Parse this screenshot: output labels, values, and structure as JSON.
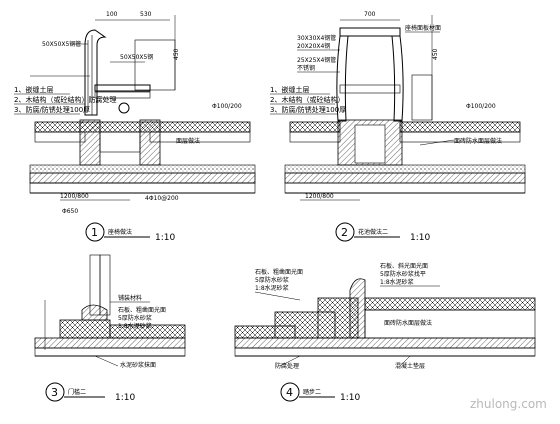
{
  "details": [
    {
      "number": "1",
      "title": "座椅做法",
      "scale": "1:10",
      "dims": {
        "top_a": "100",
        "top_b": "530",
        "height": "450",
        "bottom_a": "1200/800",
        "bottom_b": "Φ650",
        "right": "Φ100/200",
        "base": "4Φ10@200"
      },
      "pipe_labels": [
        "50X50X5钢管",
        "50X50X5钢"
      ],
      "layers": [
        "1、嵌缝土层",
        "2、木结构（或砼结构）防腐处理",
        "3、防腐/防锈处理100厚"
      ],
      "side_note": "面层做法"
    },
    {
      "number": "2",
      "title": "花池做法二",
      "scale": "1:10",
      "dims": {
        "top": "700",
        "height": "450",
        "bottom": "1200/800",
        "right": "Φ100/200"
      },
      "top_note": "座椅面板材面",
      "pipe_labels": [
        "30X30X4钢管",
        "20X20X4钢",
        "25X25X4钢管",
        "不锈钢"
      ],
      "layers": [
        "1、嵌缝土层",
        "2、木结构（或砼结构）",
        "3、防腐/防锈处理100厚"
      ],
      "side_note": "面砖防水面层做法"
    },
    {
      "number": "3",
      "title": "门槛二",
      "scale": "1:10",
      "labels": [
        "铺装材料",
        "石板、粗凿面光面",
        "5厚防水砂浆",
        "1:8水泥砂浆",
        "水泥砂浆抹面"
      ]
    },
    {
      "number": "4",
      "title": "踏步二",
      "scale": "1:10",
      "labels": [
        "石板、粗凿面光面",
        "5厚防水砂浆",
        "1:8水泥砂浆",
        "石板、斜光面光面",
        "5厚防水砂浆找平",
        "1:8水泥砂浆",
        "面砖防水面层做法",
        "防腐处理",
        "混凝土垫层"
      ]
    }
  ],
  "watermark": "zhulong.com"
}
